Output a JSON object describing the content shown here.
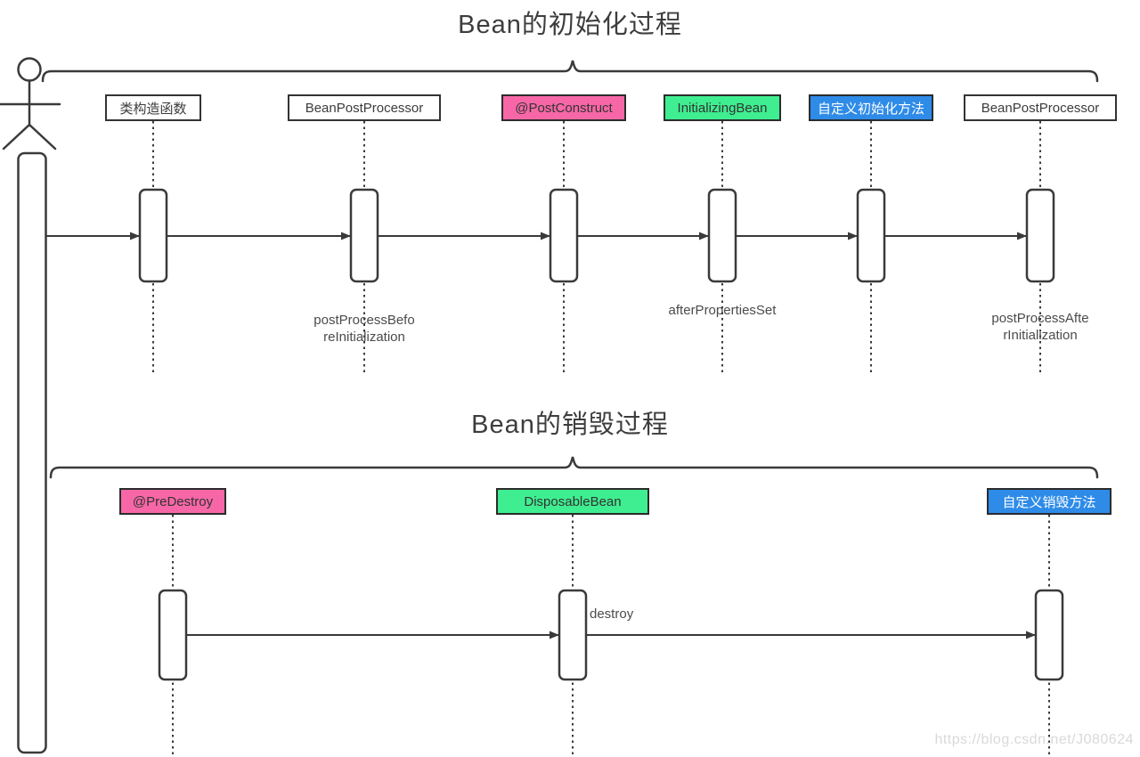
{
  "colors": {
    "line": "#3a3a3a",
    "pink": "#f767a7",
    "green": "#3fee90",
    "blue": "#2e8be8"
  },
  "init_diagram": {
    "title": "Bean的初始化过程",
    "participants": [
      {
        "label": "类构造函数",
        "color": "white"
      },
      {
        "label": "BeanPostProcessor",
        "color": "white"
      },
      {
        "label": "@PostConstruct",
        "color": "pink"
      },
      {
        "label": "InitializingBean",
        "color": "green"
      },
      {
        "label": "自定义初始化方法",
        "color": "blue"
      },
      {
        "label": "BeanPostProcessor",
        "color": "white"
      }
    ],
    "messages": [
      "postProcessBefo\nreInitialization",
      "afterPropertiesSet",
      "postProcessAfte\nrInitialization"
    ]
  },
  "destroy_diagram": {
    "title": "Bean的销毁过程",
    "participants": [
      {
        "label": "@PreDestroy",
        "color": "pink"
      },
      {
        "label": "DisposableBean",
        "color": "green"
      },
      {
        "label": "自定义销毁方法",
        "color": "blue"
      }
    ],
    "messages": [
      "destroy"
    ]
  },
  "watermark": "https://blog.csdn.net/J080624"
}
